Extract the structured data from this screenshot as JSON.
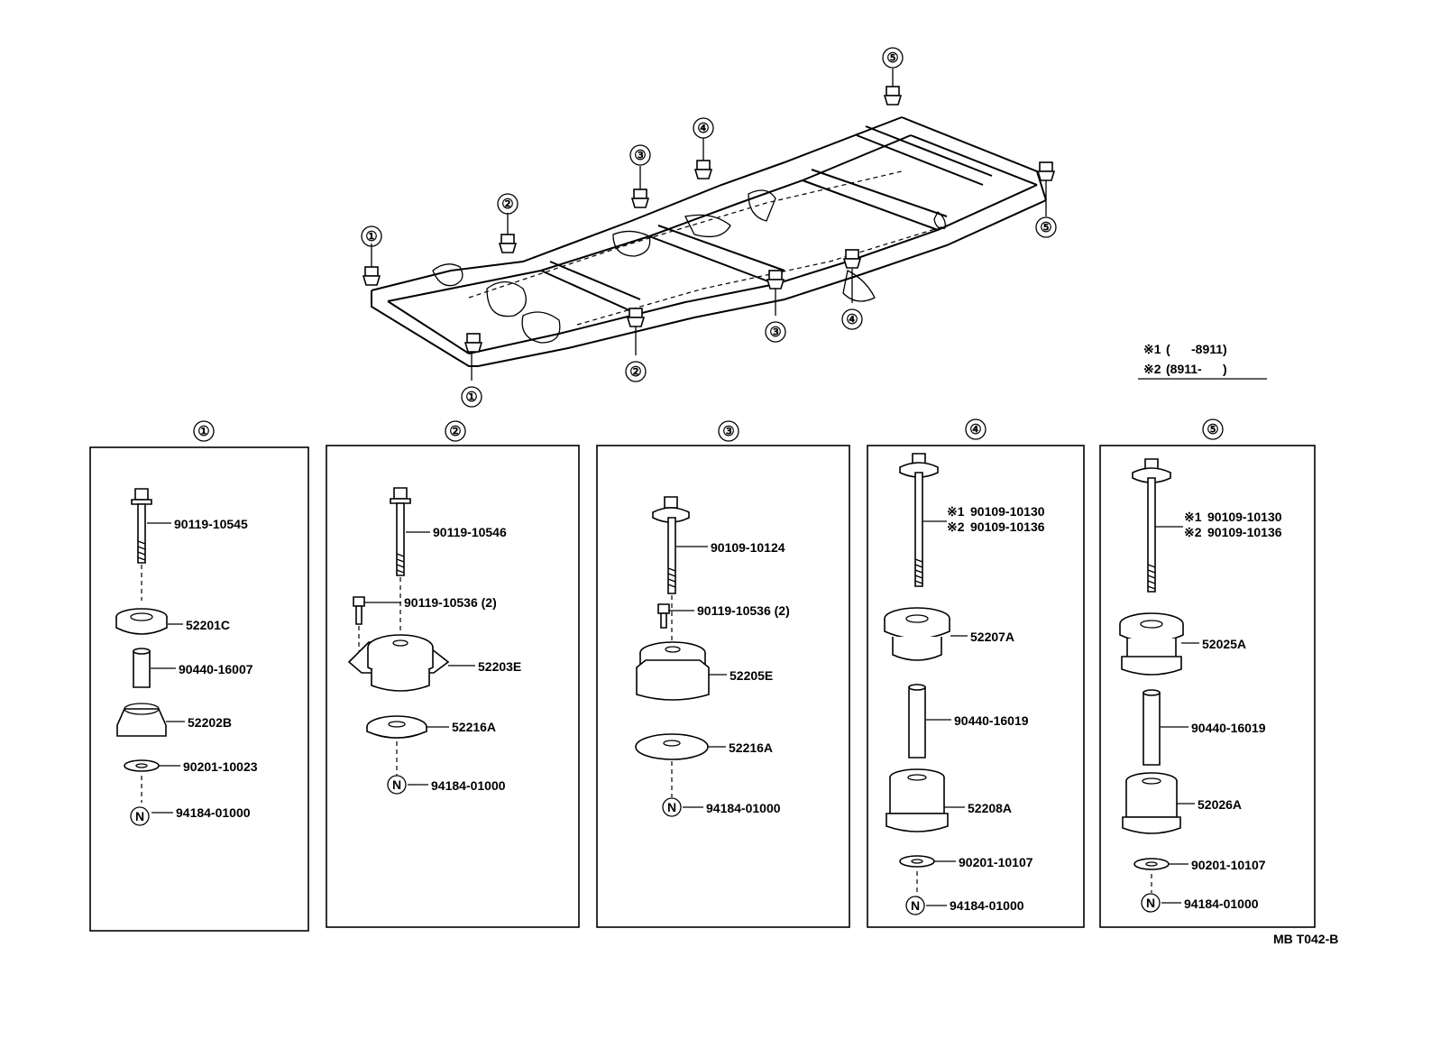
{
  "markers": [
    "①",
    "②",
    "③",
    "④",
    "⑤"
  ],
  "legend": {
    "line1_mark": "※1",
    "line1_range": "(      -8911)",
    "line2_mark": "※2",
    "line2_range": "(8911-      )"
  },
  "panels": [
    {
      "marker": "①",
      "parts": [
        "90119-10545",
        "52201C",
        "90440-16007",
        "52202B",
        "90201-10023",
        "N",
        "94184-01000"
      ]
    },
    {
      "marker": "②",
      "parts": [
        "90119-10546",
        "90119-10536 (2)",
        "52203E",
        "52216A",
        "N",
        "94184-01000"
      ]
    },
    {
      "marker": "③",
      "parts": [
        "90109-10124",
        "90119-10536 (2)",
        "52205E",
        "52216A",
        "N",
        "94184-01000"
      ]
    },
    {
      "marker": "④",
      "parts": [
        "※1",
        "90109-10130",
        "※2",
        "90109-10136",
        "52207A",
        "90440-16019",
        "52208A",
        "90201-10107",
        "N",
        "94184-01000"
      ]
    },
    {
      "marker": "⑤",
      "parts": [
        "※1",
        "90109-10130",
        "※2",
        "90109-10136",
        "52025A",
        "90440-16019",
        "52026A",
        "90201-10107",
        "N",
        "94184-01000"
      ]
    }
  ],
  "figure_code": "MB T042-B"
}
